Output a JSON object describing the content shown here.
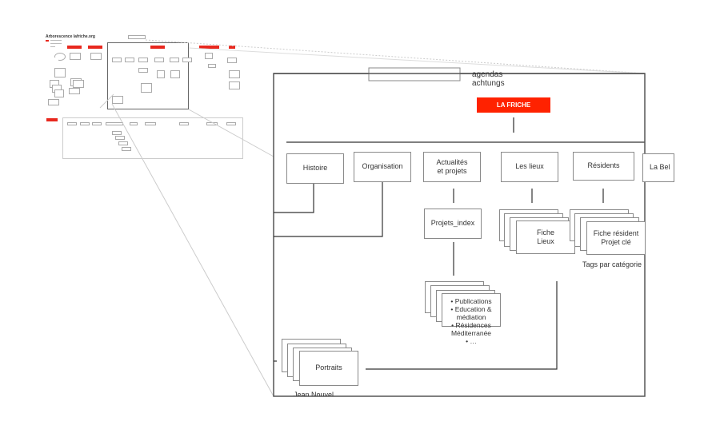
{
  "overview": {
    "title": "Arborescence lafriche.org",
    "legend": [
      "",
      "",
      ""
    ]
  },
  "zoom_panel": {
    "top_notes": [
      "agendas",
      "achtungs"
    ],
    "root": "LA FRICHE",
    "sections": [
      {
        "label": "Histoire"
      },
      {
        "label": "Organisation"
      },
      {
        "label": "Actualités\net projets"
      },
      {
        "label": "Les lieux"
      },
      {
        "label": "Résidents"
      },
      {
        "label": "La Bel"
      }
    ],
    "projets_index": "Projets_index",
    "projets_list": [
      "• Publications",
      "• Education &",
      "médiation",
      "• Résidences",
      "Méditerranée",
      "• …"
    ],
    "fiche_lieux": "Fiche\nLieux",
    "fiche_resident": "Fiche résident\nProjet clé",
    "tags_note": "Tags par catégorie",
    "portraits": "Portraits",
    "portraits_note": "Jean Nouvel"
  },
  "colors": {
    "accent": "#ff2200",
    "border": "#8a8a8a",
    "frame": "#555555"
  }
}
